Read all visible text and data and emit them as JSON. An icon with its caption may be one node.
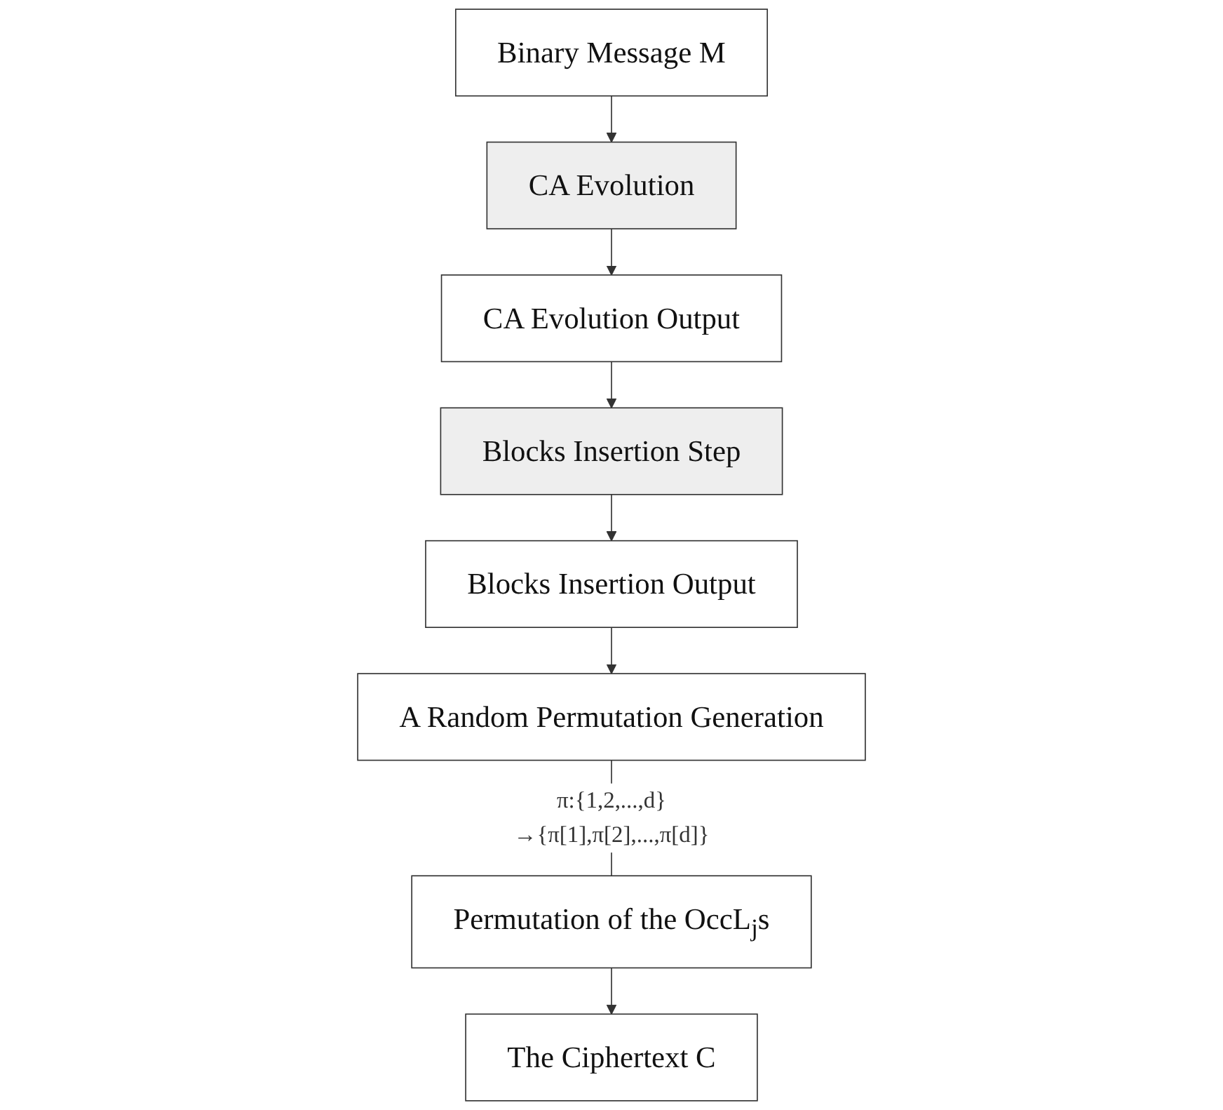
{
  "diagram": {
    "nodes": [
      {
        "text": [
          "Binary Message M"
        ]
      },
      {
        "text": [
          "CA Evolution"
        ]
      },
      {
        "text": [
          "CA Evolution Output"
        ]
      },
      {
        "text": [
          "Blocks Insertion Step"
        ]
      },
      {
        "text": [
          "Blocks Insertion Output"
        ]
      },
      {
        "text": [
          "A Random Permutation Generation"
        ]
      },
      {
        "text": [
          "Permutation of the OccL$_{j}$s"
        ]
      },
      {
        "text": [
          "The Ciphertext C"
        ]
      }
    ],
    "edges": [
      {
        "from": 0,
        "to": 1,
        "arrow": "to"
      },
      {
        "from": 1,
        "to": 2,
        "arrow": "to"
      },
      {
        "from": 2,
        "to": 3,
        "arrow": "to"
      },
      {
        "from": 3,
        "to": 4,
        "arrow": "to"
      },
      {
        "from": 4,
        "to": 5,
        "arrow": "to"
      },
      {
        "from": 5,
        "to": 6,
        "arrow": "none",
        "label": "π:{1,2,...,d}→{π[1],π[2],...,π[d]}"
      },
      {
        "from": 6,
        "to": 7,
        "arrow": "to"
      }
    ]
  }
}
